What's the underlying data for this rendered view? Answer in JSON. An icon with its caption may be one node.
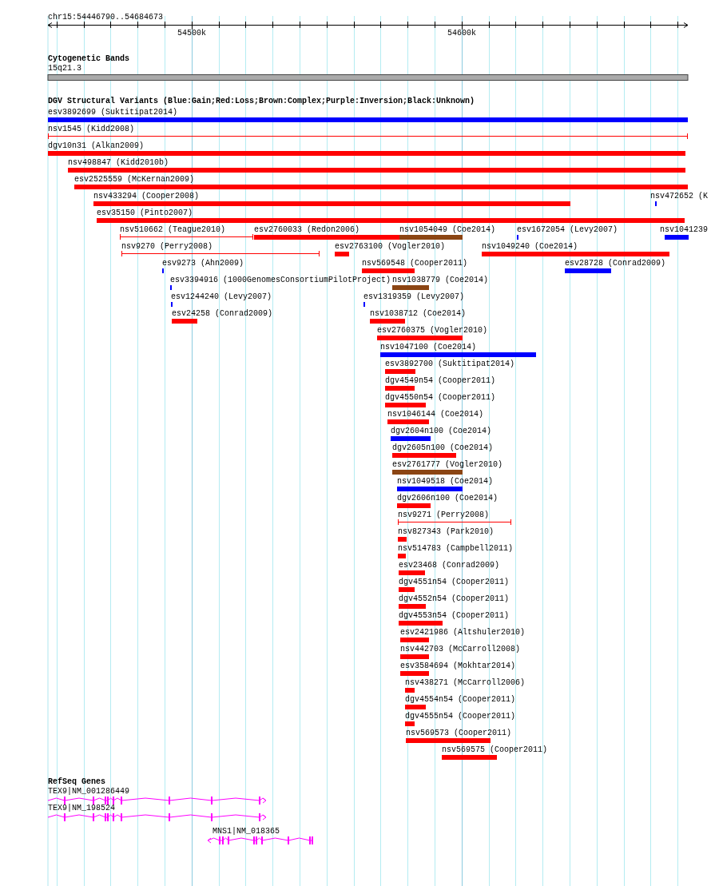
{
  "diagram": {
    "nodes": [
      {
        "text": [
          "15q21.3"
        ]
      },
      {
        "text": [
          "esv3892699 (Suktitipat2014)"
        ]
      },
      {
        "text": [
          "nsv1545 (Kidd2008)"
        ]
      },
      {
        "text": [
          "dgv10n31 (Alkan2009)"
        ]
      },
      {
        "text": [
          "nsv498847 (Kidd2010b)"
        ]
      },
      {
        "text": [
          "esv2525559 (McKernan2009)"
        ]
      },
      {
        "text": [
          "nsv433294 (Cooper2008)"
        ]
      },
      {
        "text": [
          "nsv472652 (K"
        ]
      },
      {
        "text": [
          "esv35150 (Pinto2007)"
        ]
      },
      {
        "text": [
          "nsv510662 (Teague2010)"
        ]
      },
      {
        "text": [
          "esv2760033 (Redon2006)"
        ]
      },
      {
        "text": [
          "nsv1054049 (Coe2014)"
        ]
      },
      {
        "text": [
          "esv1672054 (Levy2007)"
        ]
      },
      {
        "text": [
          "nsv1041239"
        ]
      },
      {
        "text": [
          "nsv9270 (Perry2008)"
        ]
      },
      {
        "text": [
          "esv2763100 (Vogler2010)"
        ]
      },
      {
        "text": [
          "nsv1049240 (Coe2014)"
        ]
      },
      {
        "text": [
          "esv9273 (Ahn2009)"
        ]
      },
      {
        "text": [
          "nsv569548 (Cooper2011)"
        ]
      },
      {
        "text": [
          "esv28728 (Conrad2009)"
        ]
      },
      {
        "text": [
          "esv3394916 (1000GenomesConsortiumPilotProject)"
        ]
      },
      {
        "text": [
          "nsv1038779 (Coe2014)"
        ]
      },
      {
        "text": [
          "esv1244240 (Levy2007)"
        ]
      },
      {
        "text": [
          "esv1319359 (Levy2007)"
        ]
      },
      {
        "text": [
          "esv24258 (Conrad2009)"
        ]
      },
      {
        "text": [
          "nsv1038712 (Coe2014)"
        ]
      },
      {
        "text": [
          "esv2760375 (Vogler2010)"
        ]
      },
      {
        "text": [
          "nsv1047100 (Coe2014)"
        ]
      },
      {
        "text": [
          "esv3892700 (Suktitipat2014)"
        ]
      },
      {
        "text": [
          "dgv4549n54 (Cooper2011)"
        ]
      },
      {
        "text": [
          "dgv4550n54 (Cooper2011)"
        ]
      },
      {
        "text": [
          "nsv1046144 (Coe2014)"
        ]
      },
      {
        "text": [
          "dgv2604n100 (Coe2014)"
        ]
      },
      {
        "text": [
          "dgv2605n100 (Coe2014)"
        ]
      },
      {
        "text": [
          "esv2761777 (Vogler2010)"
        ]
      },
      {
        "text": [
          "nsv1049518 (Coe2014)"
        ]
      },
      {
        "text": [
          "dgv2606n100 (Coe2014)"
        ]
      },
      {
        "text": [
          "nsv9271 (Perry2008)"
        ]
      },
      {
        "text": [
          "nsv827343 (Park2010)"
        ]
      },
      {
        "text": [
          "nsv514783 (Campbell2011)"
        ]
      },
      {
        "text": [
          "esv23468 (Conrad2009)"
        ]
      },
      {
        "text": [
          "dgv4551n54 (Cooper2011)"
        ]
      },
      {
        "text": [
          "dgv4552n54 (Cooper2011)"
        ]
      },
      {
        "text": [
          "dgv4553n54 (Cooper2011)"
        ]
      },
      {
        "text": [
          "esv2421986 (Altshuler2010)"
        ]
      },
      {
        "text": [
          "nsv442703 (McCarroll2008)"
        ]
      },
      {
        "text": [
          "esv3584694 (Mokhtar2014)"
        ]
      },
      {
        "text": [
          "nsv438271 (McCarroll2006)"
        ]
      },
      {
        "text": [
          "dgv4554n54 (Cooper2011)"
        ]
      },
      {
        "text": [
          "dgv4555n54 (Cooper2011)"
        ]
      },
      {
        "text": [
          "nsv569573 (Cooper2011)"
        ]
      },
      {
        "text": [
          "nsv569575 (Cooper2011)"
        ]
      },
      {
        "text": [
          "TEX9|NM_001286449"
        ]
      },
      {
        "text": [
          "TEX9|NM_198524"
        ]
      },
      {
        "text": [
          "MNS1|NM_018365"
        ]
      }
    ],
    "labels": [
      "chr15:54446790..54684673",
      "54500k",
      "54600k",
      "Cytogenetic Bands",
      "DGV Structural Variants (Blue:Gain;Red:Loss;Brown:Complex;Purple:Inversion;Black:Unknown)",
      "RefSeq Genes"
    ]
  }
}
